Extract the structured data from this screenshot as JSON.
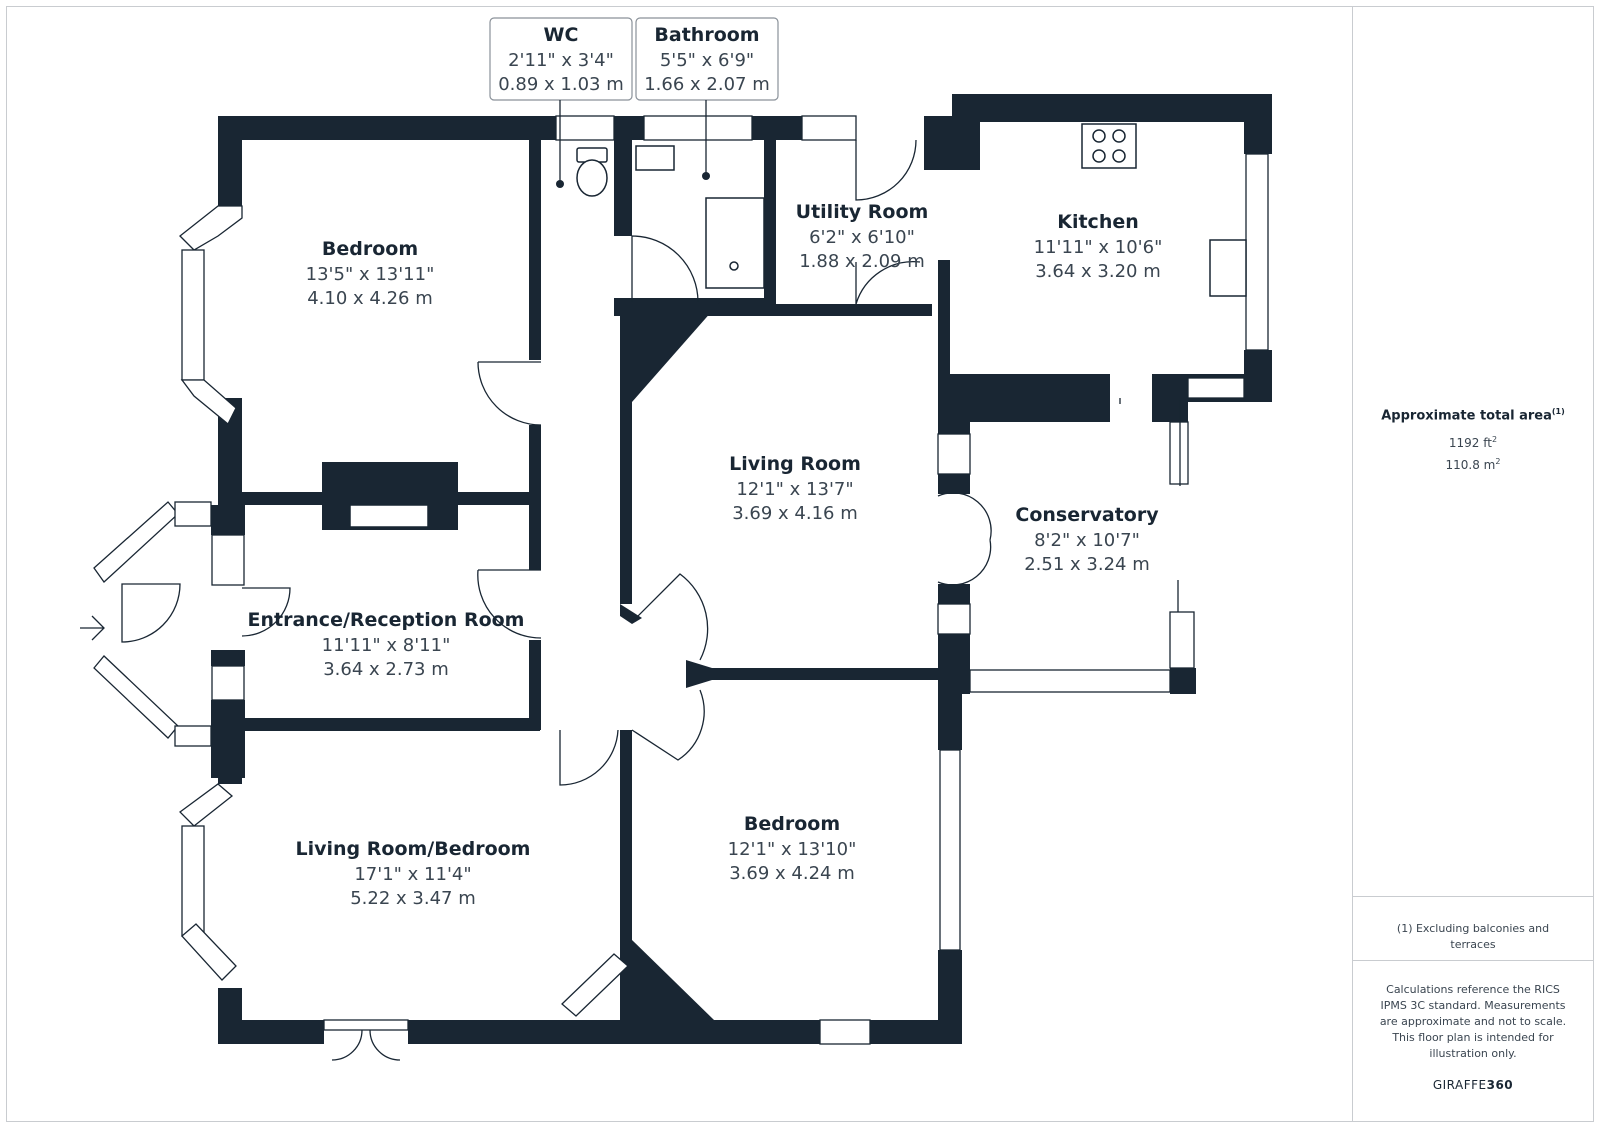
{
  "rooms": {
    "wc": {
      "name": "WC",
      "imperial": "2'11\" x 3'4\"",
      "metric": "0.89 x 1.03 m"
    },
    "bathroom": {
      "name": "Bathroom",
      "imperial": "5'5\" x 6'9\"",
      "metric": "1.66 x 2.07 m"
    },
    "utility": {
      "name": "Utility Room",
      "imperial": "6'2\" x 6'10\"",
      "metric": "1.88 x 2.09 m"
    },
    "kitchen": {
      "name": "Kitchen",
      "imperial": "11'11\" x 10'6\"",
      "metric": "3.64 x 3.20 m"
    },
    "bedroom1": {
      "name": "Bedroom",
      "imperial": "13'5\" x 13'11\"",
      "metric": "4.10 x 4.26 m"
    },
    "living": {
      "name": "Living Room",
      "imperial": "12'1\" x 13'7\"",
      "metric": "3.69 x 4.16 m"
    },
    "conservatory": {
      "name": "Conservatory",
      "imperial": "8'2\" x 10'7\"",
      "metric": "2.51 x 3.24 m"
    },
    "entrance": {
      "name": "Entrance/Reception Room",
      "imperial": "11'11\" x 8'11\"",
      "metric": "3.64 x 2.73 m"
    },
    "living_bedroom": {
      "name": "Living Room/Bedroom",
      "imperial": "17'1\" x 11'4\"",
      "metric": "5.22 x 3.47 m"
    },
    "bedroom2": {
      "name": "Bedroom",
      "imperial": "12'1\" x 13'10\"",
      "metric": "3.69 x 4.24 m"
    }
  },
  "sidebar": {
    "area_title": "Approximate total area",
    "area_footnote_mark": "(1)",
    "area_ft_value": "1192 ft",
    "area_ft_unit_sup": "2",
    "area_m_value": "110.8 m",
    "area_m_unit_sup": "2",
    "footnote": "(1) Excluding balconies and terraces",
    "disclaimer": "Calculations reference the RICS IPMS 3C standard. Measurements are approximate and not to scale. This floor plan is intended for illustration only.",
    "brand_light": "GIRAFFE",
    "brand_bold": "360"
  },
  "colors": {
    "wall": "#192633",
    "border": "#c9ccd0"
  }
}
